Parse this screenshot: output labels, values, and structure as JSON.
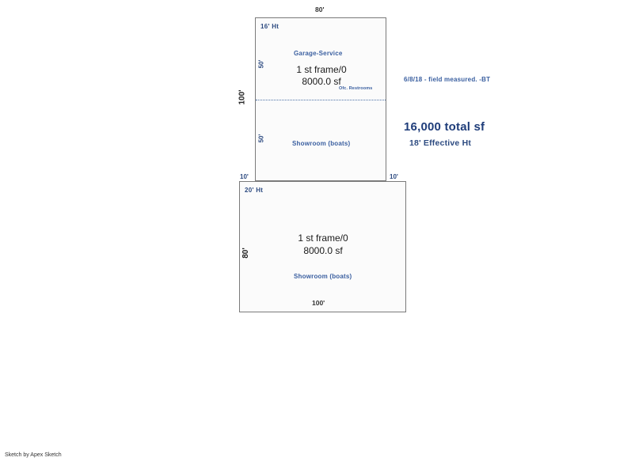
{
  "document": {
    "type": "property-sketch",
    "footer_credit": "Sketch by Apex Sketch"
  },
  "annotations": {
    "field_note": "6/8/18 - field measured. -BT",
    "total_area": "16,000 total sf",
    "effective_height": "18' Effective Ht"
  },
  "sections": [
    {
      "id": "upper",
      "height_tag": "16' Ht",
      "top_dimension": "80'",
      "left_dimension_outer": "100'",
      "left_dimension_upper_half": "50'",
      "left_dimension_lower_half": "50'",
      "bottom_left_offset": "10'",
      "bottom_right_offset": "10'",
      "upper_room_label": "Garage-Service",
      "construction": "1 st frame/0",
      "area": "8000.0 sf",
      "detail_label": "Ofc. Restrooms",
      "lower_room_label": "Showroom (boats)"
    },
    {
      "id": "lower",
      "height_tag": "20' Ht",
      "left_dimension": "80'",
      "bottom_dimension": "100'",
      "construction": "1 st frame/0",
      "area": "8000.0 sf",
      "room_label": "Showroom (boats)"
    }
  ],
  "colors": {
    "outline": "#7a7a7a",
    "fill": "#fbfbfb",
    "label_blue": "#3a5fa0",
    "accent_blue": "#1f3d7a",
    "divider": "#4a6fa5"
  }
}
